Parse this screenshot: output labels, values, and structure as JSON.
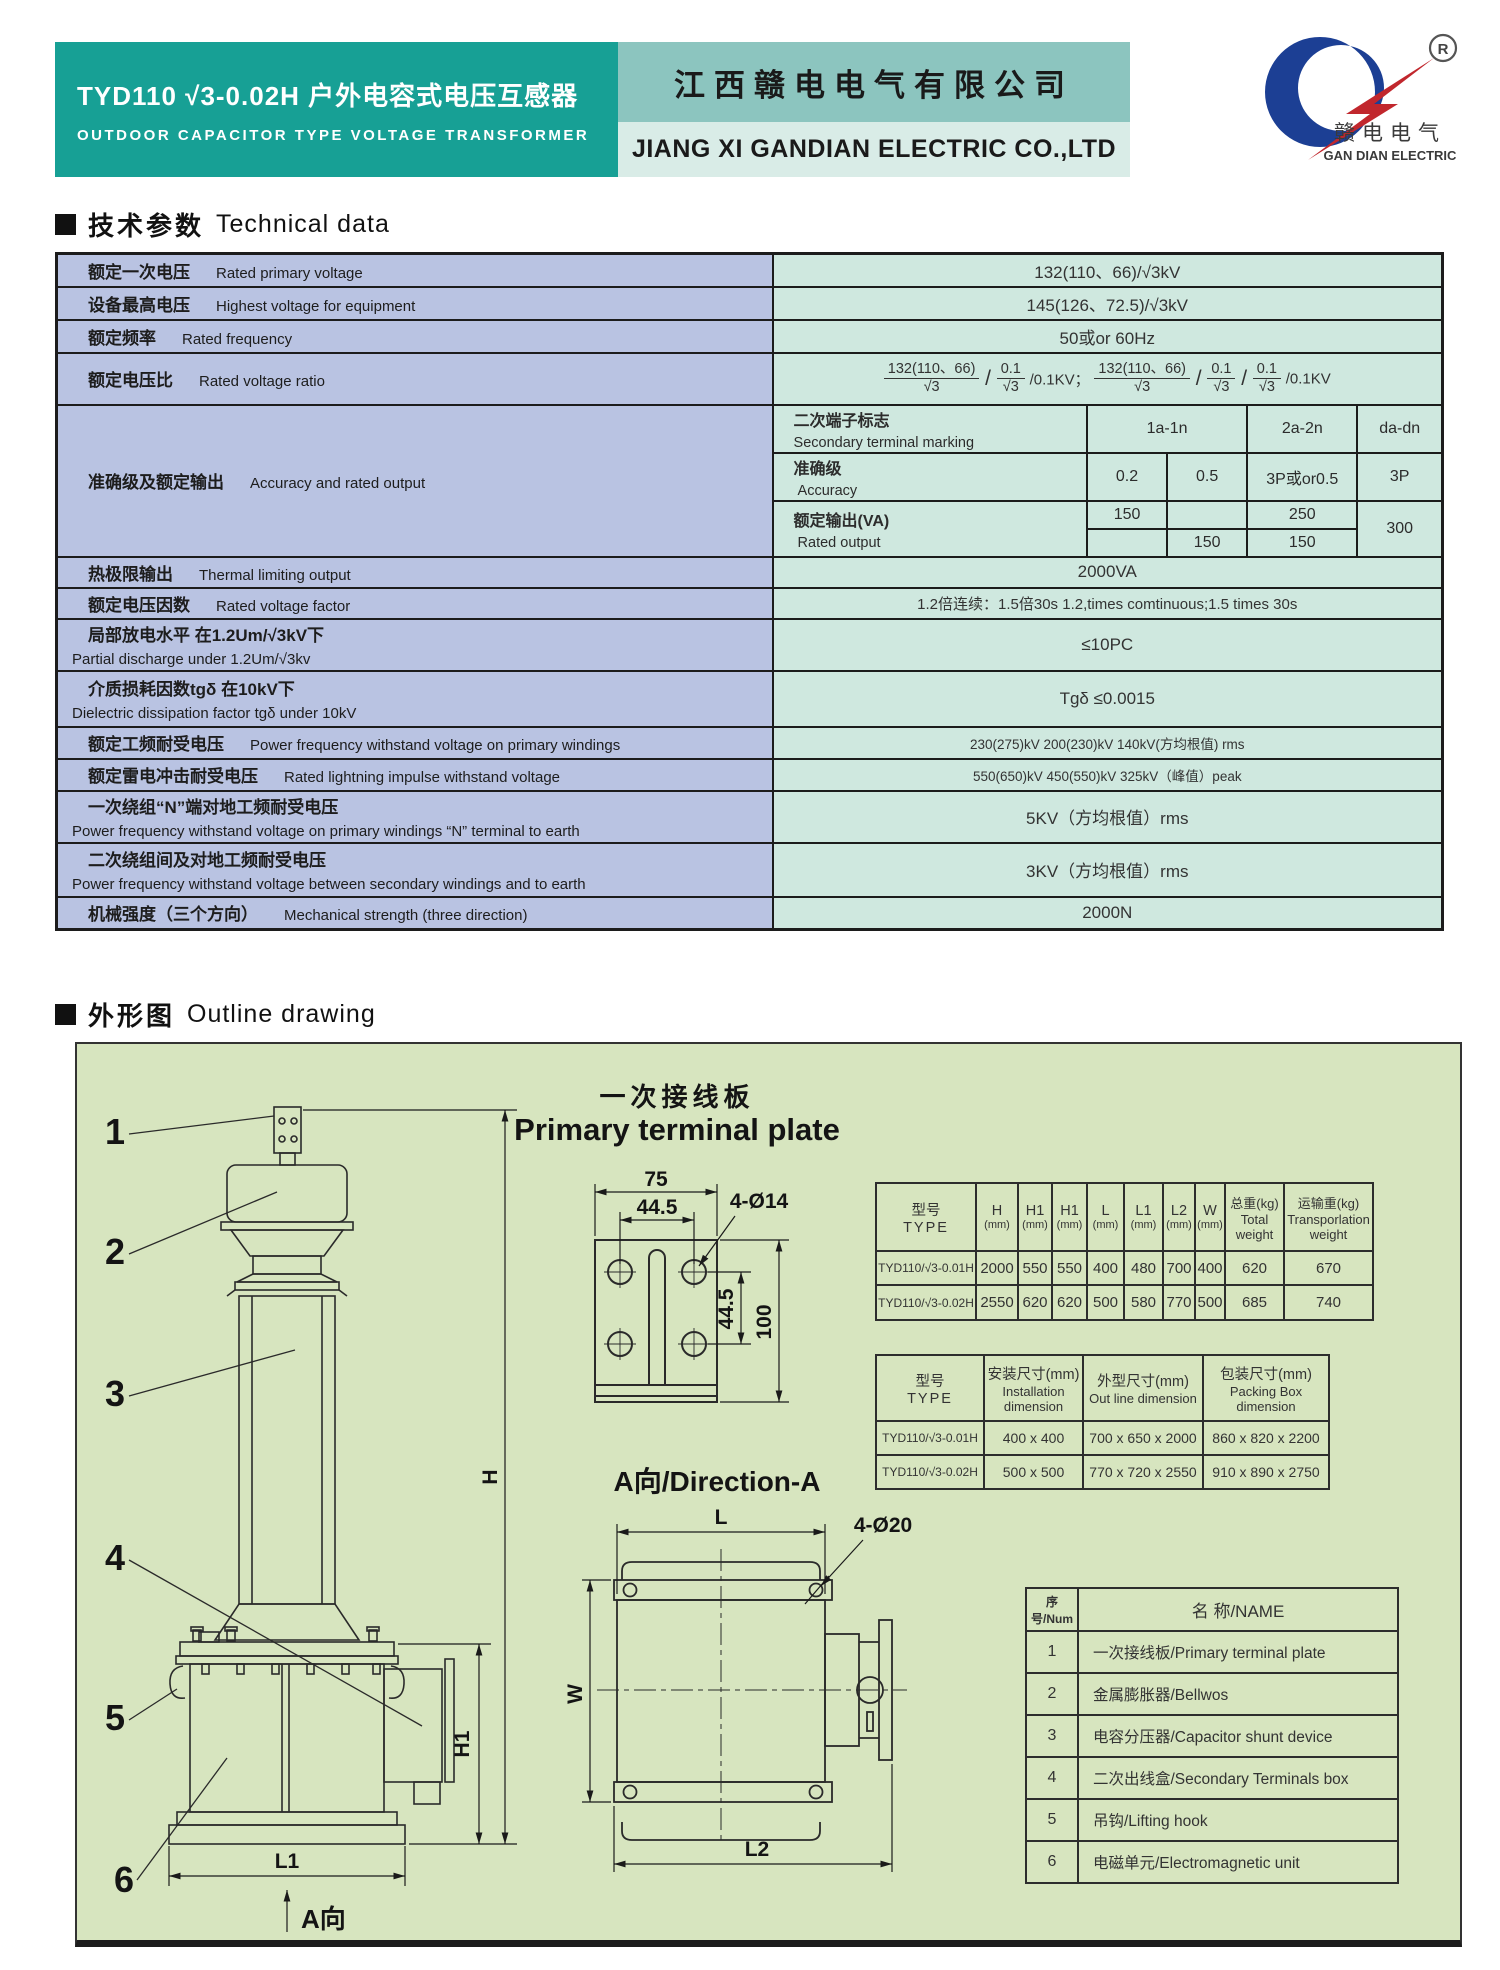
{
  "header": {
    "product_title_zh": "TYD110 √3-0.02H 户外电容式电压互感器",
    "product_title_en": "OUTDOOR CAPACITOR TYPE VOLTAGE TRANSFORMER",
    "company_zh": "江西赣电电气有限公司",
    "company_en": "JIANG XI GANDIAN ELECTRIC CO.,LTD",
    "logo": {
      "registered_mark": "R",
      "text_zh": "赣电电气",
      "text_en": "GAN DIAN ELECTRIC",
      "blue": "#1c3f94",
      "red": "#c1272d"
    },
    "colors": {
      "title_block_bg": "#17a095",
      "company_zh_bg": "#8cc5bf",
      "company_en_bg": "#d9ece7"
    }
  },
  "technical": {
    "heading_zh": "技术参数",
    "heading_en": "Technical data",
    "colors": {
      "label_bg": "#b9c3e2",
      "value_bg": "#cfe8df"
    },
    "rated_primary_voltage": {
      "zh": "额定一次电压",
      "en": "Rated primary voltage",
      "value": "132(110、66)/√3kV"
    },
    "highest_voltage": {
      "zh": "设备最高电压",
      "en": "Highest voltage for equipment",
      "value": "145(126、72.5)/√3kV"
    },
    "rated_frequency": {
      "zh": "额定频率",
      "en": "Rated frequency",
      "value": "50或or 60Hz"
    },
    "rated_voltage_ratio": {
      "zh": "额定电压比",
      "en": "Rated voltage ratio",
      "frac1_num": "132(110、66)",
      "frac1_den": "√3",
      "frac2_num": "0.1",
      "frac2_den": "√3",
      "mid": "/0.1KV；",
      "frac3_num": "132(110、66)",
      "frac3_den": "√3",
      "frac4_num": "0.1",
      "frac4_den": "√3",
      "frac5_num": "0.1",
      "frac5_den": "√3",
      "tail": "/0.1KV",
      "slash": "/"
    },
    "accuracy_output": {
      "zh": "准确级及额定输出",
      "en": "Accuracy and rated output",
      "marking_zh": "二次端子标志",
      "marking_en": "Secondary terminal marking",
      "col_1a1n": "1a-1n",
      "col_2a2n": "2a-2n",
      "col_dadn": "da-dn",
      "accuracy_zh": "准确级",
      "accuracy_en": "Accuracy",
      "acc_1": "0.2",
      "acc_2": "0.5",
      "acc_3": "3P或or0.5",
      "acc_4": "3P",
      "output_zh": "额定输出(VA)",
      "output_en": "Rated output",
      "out_top_1": "150",
      "out_top_3": "250",
      "out_bot_2": "150",
      "out_bot_3": "150",
      "out_span": "300"
    },
    "thermal_limiting_output": {
      "zh": "热极限输出",
      "en": "Thermal limiting output",
      "value": "2000VA"
    },
    "rated_voltage_factor": {
      "zh": "额定电压因数",
      "en": "Rated voltage factor",
      "value": "1.2倍连续：1.5倍30s  1.2,times comtinuous;1.5 times 30s"
    },
    "partial_discharge": {
      "zh": "局部放电水平    在1.2Um/√3kV下",
      "en": "Partial discharge under 1.2Um/√3kv",
      "value": "≤10PC"
    },
    "dissipation_factor": {
      "zh": "介质损耗因数tgδ    在10kV下",
      "en": "Dielectric dissipation factor tgδ under 10kV",
      "value": "Tgδ ≤0.0015"
    },
    "pf_withstand": {
      "zh": "额定工频耐受电压",
      "en": "Power frequency withstand voltage on primary windings",
      "value": "230(275)kV 200(230)kV 140kV(方均根值) rms"
    },
    "impulse_withstand": {
      "zh": "额定雷电冲击耐受电压",
      "en": "Rated lightning impulse withstand voltage",
      "value": "550(650)kV 450(550)kV 325kV（峰值）peak"
    },
    "n_terminal_withstand": {
      "zh": "一次绕组“N”端对地工频耐受电压",
      "en": "Power frequency withstand voltage on primary windings “N” terminal to earth",
      "value": "5KV（方均根值）rms"
    },
    "secondary_withstand": {
      "zh": "二次绕组间及对地工频耐受电压",
      "en": "Power frequency withstand voltage between secondary windings and to earth",
      "value": "3KV（方均根值）rms"
    },
    "mechanical_strength": {
      "zh": "机械强度（三个方向）",
      "en": "Mechanical strength (three direction)",
      "value": "2000N"
    }
  },
  "outline": {
    "heading_zh": "外形图",
    "heading_en": "Outline drawing",
    "bg": "#d7e5bf",
    "primary_plate": {
      "title_zh": "一次接线板",
      "title_en": "Primary terminal plate",
      "dim_width": "75",
      "dim_hole_span_h": "44.5",
      "dim_holes": "4-Ø14",
      "dim_hole_span_v": "44.5",
      "dim_height": "100"
    },
    "direction_a": {
      "label": "A向/Direction-A",
      "dim_l": "L",
      "dim_w": "W",
      "dim_l2": "L2",
      "dim_holes": "4-Ø20"
    },
    "side_view": {
      "part_labels": [
        "1",
        "2",
        "3",
        "4",
        "5",
        "6"
      ],
      "dim_h": "H",
      "dim_h1": "H1",
      "dim_l1": "L1",
      "dim_a": "A向"
    },
    "table1": {
      "headers": [
        {
          "l1": "型号",
          "l2": "TYPE",
          "l3": ""
        },
        {
          "l1": "H",
          "l2": "(mm)",
          "l3": ""
        },
        {
          "l1": "H1",
          "l2": "(mm)",
          "l3": ""
        },
        {
          "l1": "H1",
          "l2": "(mm)",
          "l3": ""
        },
        {
          "l1": "L",
          "l2": "(mm)",
          "l3": ""
        },
        {
          "l1": "L1",
          "l2": "(mm)",
          "l3": ""
        },
        {
          "l1": "L2",
          "l2": "(mm)",
          "l3": ""
        },
        {
          "l1": "W",
          "l2": "(mm)",
          "l3": ""
        },
        {
          "l1": "总重(kg)",
          "l2": "Total",
          "l3": "weight"
        },
        {
          "l1": "运输重(kg)",
          "l2": "Transporlation",
          "l3": "weight"
        }
      ],
      "rows": [
        {
          "type": "TYD110/√3-0.01H",
          "values": [
            "2000",
            "550",
            "550",
            "400",
            "480",
            "700",
            "400",
            "620",
            "670"
          ]
        },
        {
          "type": "TYD110/√3-0.02H",
          "values": [
            "2550",
            "620",
            "620",
            "500",
            "580",
            "770",
            "500",
            "685",
            "740"
          ]
        }
      ]
    },
    "table2": {
      "headers": [
        {
          "l1": "型号",
          "l2": "TYPE",
          "l3": ""
        },
        {
          "l1": "安装尺寸(mm)",
          "l2": "Installation",
          "l3": "dimension"
        },
        {
          "l1": "外型尺寸(mm)",
          "l2": "Out line dimension",
          "l3": ""
        },
        {
          "l1": "包装尺寸(mm)",
          "l2": "Packing Box",
          "l3": "dimension"
        }
      ],
      "rows": [
        {
          "type": "TYD110/√3-0.01H",
          "values": [
            "400 x 400",
            "700 x 650 x 2000",
            "860 x 820 x 2200"
          ]
        },
        {
          "type": "TYD110/√3-0.02H",
          "values": [
            "500 x 500",
            "770 x 720 x 2550",
            "910 x 890 x 2750"
          ]
        }
      ]
    },
    "parts_table": {
      "num_header": "序号/Num",
      "name_header": "名 称/NAME",
      "rows": [
        {
          "num": "1",
          "name": "一次接线板/Primary terminal plate"
        },
        {
          "num": "2",
          "name": "金属膨胀器/Bellwos"
        },
        {
          "num": "3",
          "name": "电容分压器/Capacitor shunt device"
        },
        {
          "num": "4",
          "name": "二次出线盒/Secondary Terminals box"
        },
        {
          "num": "5",
          "name": "吊钩/Lifting hook"
        },
        {
          "num": "6",
          "name": "电磁单元/Electromagnetic unit"
        }
      ]
    }
  }
}
